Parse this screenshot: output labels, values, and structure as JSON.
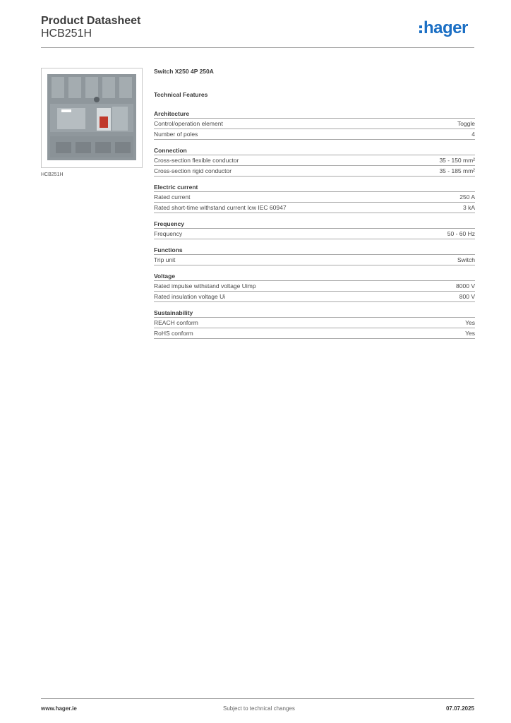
{
  "header": {
    "title": "Product Datasheet",
    "subtitle": "HCB251H",
    "logo_text": "hager"
  },
  "image": {
    "caption": "HCB251H"
  },
  "product_name": "Switch X250 4P 250A",
  "technical_heading": "Technical Features",
  "sections": [
    {
      "title": "Architecture",
      "rows": [
        {
          "label": "Control/operation element",
          "value": "Toggle"
        },
        {
          "label": "Number of poles",
          "value": "4"
        }
      ]
    },
    {
      "title": "Connection",
      "rows": [
        {
          "label": "Cross-section flexible conductor",
          "value": "35 - 150 mm²"
        },
        {
          "label": "Cross-section rigid conductor",
          "value": "35 - 185 mm²"
        }
      ]
    },
    {
      "title": "Electric current",
      "rows": [
        {
          "label": "Rated current",
          "value": "250 A"
        },
        {
          "label": "Rated short-time withstand current Icw IEC 60947",
          "value": "3 kA"
        }
      ]
    },
    {
      "title": "Frequency",
      "rows": [
        {
          "label": "Frequency",
          "value": "50 - 60 Hz"
        }
      ]
    },
    {
      "title": "Functions",
      "rows": [
        {
          "label": "Trip unit",
          "value": "Switch"
        }
      ]
    },
    {
      "title": "Voltage",
      "rows": [
        {
          "label": "Rated impulse withstand voltage Uimp",
          "value": "8000 V"
        },
        {
          "label": "Rated insulation voltage Ui",
          "value": "800 V"
        }
      ]
    },
    {
      "title": "Sustainability",
      "rows": [
        {
          "label": "REACH conform",
          "value": "Yes"
        },
        {
          "label": "RoHS conform",
          "value": "Yes"
        }
      ]
    }
  ],
  "footer": {
    "website": "www.hager.ie",
    "notice": "Subject to technical changes",
    "date": "07.07.2025"
  },
  "colors": {
    "brand": "#1b6fc4",
    "text": "#3a3a3a",
    "rule": "#a8a8a8"
  }
}
